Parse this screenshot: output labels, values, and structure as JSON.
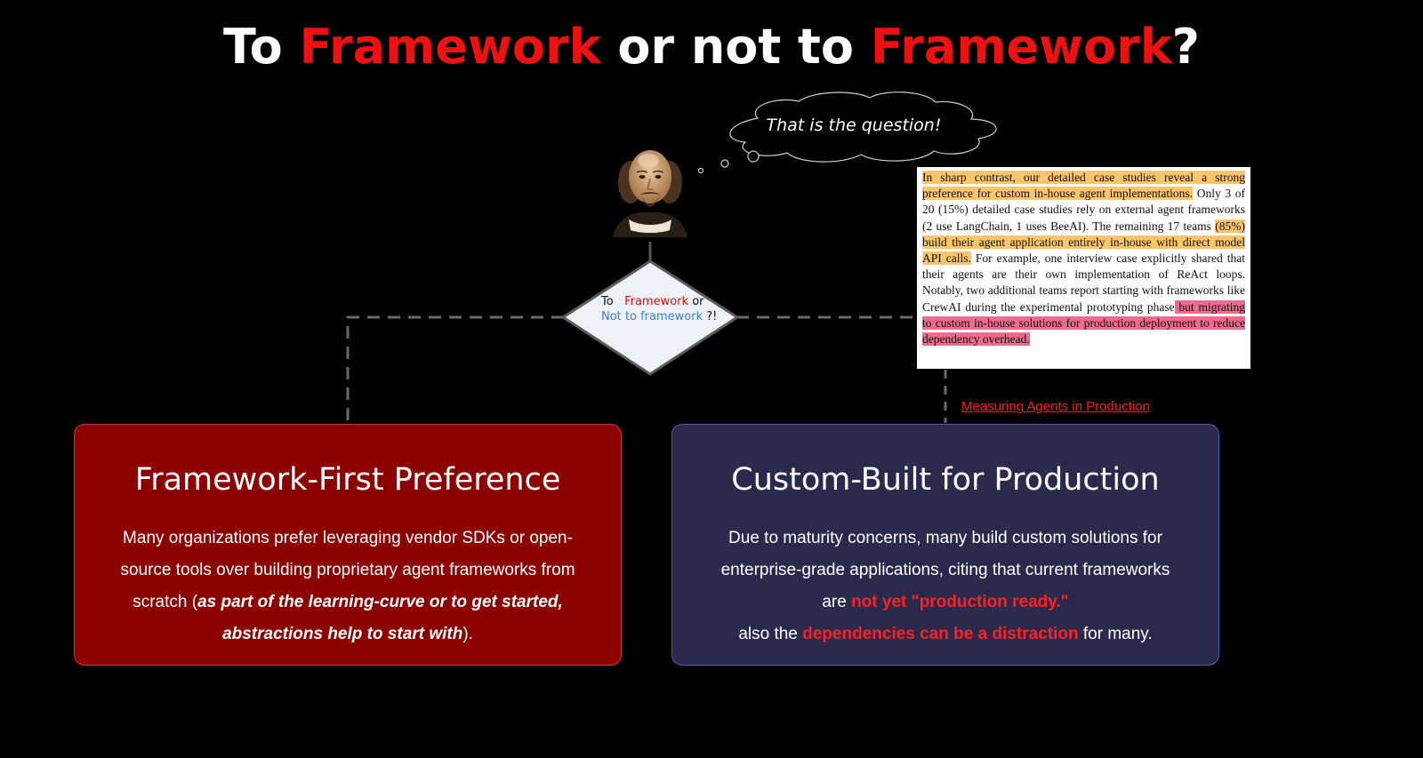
{
  "title": {
    "part1": "To ",
    "accent1": "Framework",
    "part2": " or not to ",
    "accent2": "Framework",
    "part3": "?"
  },
  "thought_bubble": {
    "text": "That is the question!"
  },
  "decision": {
    "word_to": "To",
    "word_framework": "Framework",
    "word_or": "or",
    "word_not": "Not to framework",
    "word_end": "?!"
  },
  "excerpt": {
    "s1": "In sharp contrast, our detailed case studies reveal a strong preference for custom in-house agent implementations.",
    "s2": " Only 3 of 20 (15%) detailed case studies rely on external agent frameworks (2 use LangChain, 1 uses BeeAI). The remaining 17 teams ",
    "s3": "(85%) build their agent application entirely in-house with direct model API calls.",
    "s4": " For example, one interview case explicitly shared that their agents are their own implementation of ReAct loops. Notably, two additional teams report starting with frameworks like CrewAI during the experimental prototyping phase",
    "s5": " but migrating to custom in-house solutions for production deployment to reduce dependency overhead."
  },
  "source_link": {
    "text": "Measuring Agents in Production"
  },
  "cards": {
    "left": {
      "title": "Framework-First Preference",
      "body_plain": "Many organizations prefer leveraging vendor SDKs or open-source tools over building proprietary agent frameworks from scratch (",
      "body_emph": "as part of the learning-curve or to get started, abstractions help to start with",
      "body_end": ")."
    },
    "right": {
      "title": "Custom-Built for Production",
      "body_plain1": "Due to maturity concerns, many build custom solutions for enterprise-grade applications, citing that current frameworks are ",
      "body_alert1": "not yet \"production ready.\"",
      "body_plain2": "also the ",
      "body_alert2": "dependencies can be a distraction",
      "body_plain3": " for many."
    }
  },
  "colors": {
    "accent_red": "#ee1111",
    "left_card": "#8c0000",
    "right_card": "#2c2a4c",
    "highlight_orange": "#fcc46b",
    "highlight_pink": "#f06a8e"
  }
}
